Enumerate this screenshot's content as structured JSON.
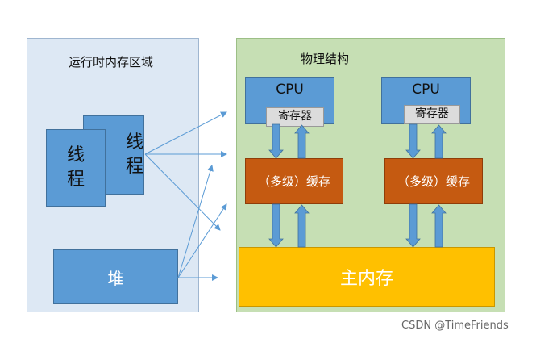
{
  "runtime": {
    "title": "运行时内存区域",
    "thread_back": "线程",
    "thread_front": "线程",
    "heap": "堆"
  },
  "physical": {
    "title": "物理结构",
    "cpus": [
      {
        "label": "CPU",
        "register": "寄存器",
        "cache": "（多级）缓存"
      },
      {
        "label": "CPU",
        "register": "寄存器",
        "cache": "（多级）缓存"
      }
    ],
    "main_memory": "主内存"
  },
  "colors": {
    "runtime_bg": "#dde8f4",
    "physical_bg": "#c6dfb4",
    "blue": "#5b9bd5",
    "cache": "#c55a11",
    "memory": "#ffc000",
    "arrow": "#5b9bd5"
  },
  "watermark": "CSDN @TimeFriends"
}
